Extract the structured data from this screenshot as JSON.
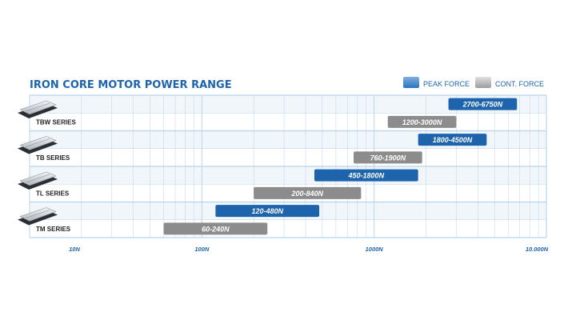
{
  "chart_data": {
    "type": "bar",
    "title": "IRON CORE MOTOR POWER RANGE",
    "x_scale": "log",
    "xlim": [
      10,
      10000
    ],
    "x_ticks": [
      {
        "value": 10,
        "label": "10N"
      },
      {
        "value": 100,
        "label": "100N"
      },
      {
        "value": 1000,
        "label": "1000N"
      },
      {
        "value": 10000,
        "label": "10.000N"
      }
    ],
    "grid": true,
    "legend_placement": "top-right",
    "legend": [
      {
        "name": "PEAK FORCE",
        "color": "#1d64ad"
      },
      {
        "name": "CONT. FORCE",
        "color": "#8c8c8c"
      }
    ],
    "categories": [
      "TBW SERIES",
      "TB SERIES",
      "TL SERIES",
      "TM SERIES"
    ],
    "series": [
      {
        "name": "PEAK FORCE",
        "color": "#1d64ad",
        "ranges": [
          {
            "category": "TBW SERIES",
            "min": 2700,
            "max": 6750,
            "label": "2700-6750N"
          },
          {
            "category": "TB SERIES",
            "min": 1800,
            "max": 4500,
            "label": "1800-4500N"
          },
          {
            "category": "TL SERIES",
            "min": 450,
            "max": 1800,
            "label": "450-1800N"
          },
          {
            "category": "TM SERIES",
            "min": 120,
            "max": 480,
            "label": "120-480N"
          }
        ]
      },
      {
        "name": "CONT. FORCE",
        "color": "#8c8c8c",
        "ranges": [
          {
            "category": "TBW SERIES",
            "min": 1200,
            "max": 3000,
            "label": "1200-3000N"
          },
          {
            "category": "TB SERIES",
            "min": 760,
            "max": 1900,
            "label": "760-1900N"
          },
          {
            "category": "TL SERIES",
            "min": 200,
            "max": 840,
            "label": "200-840N"
          },
          {
            "category": "TM SERIES",
            "min": 60,
            "max": 240,
            "label": "60-240N"
          }
        ]
      }
    ]
  },
  "colors": {
    "title": "#1d64ad",
    "grid": "#b9d4ea",
    "row_fill": "#f1f6fb",
    "tick_text": "#1d64ad",
    "series_label": "#222222",
    "motor_body": "#c9ced4",
    "motor_base": "#2b2f35"
  },
  "icons": [
    "motor-image-tbw",
    "motor-image-tb",
    "motor-image-tl",
    "motor-image-tm"
  ]
}
